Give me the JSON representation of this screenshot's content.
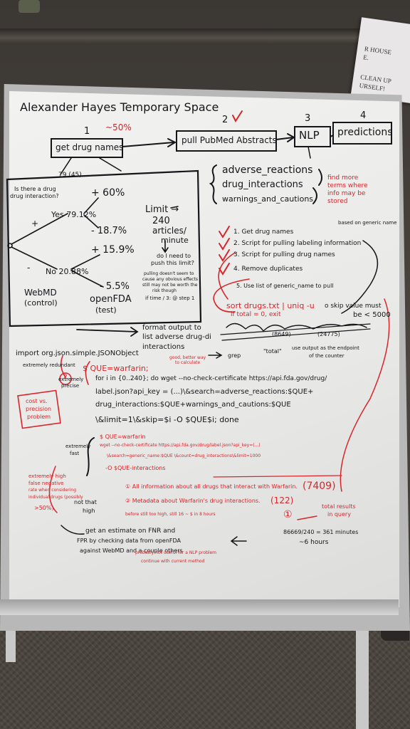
{
  "room": {
    "paper_lines": [
      "R HOUSE",
      "E.",
      "CLEAN UP",
      "URSELF!"
    ]
  },
  "board": {
    "title": "Alexander Hayes Temporary Space",
    "pipeline": {
      "step1_num": "1",
      "step1_label": "get drug names",
      "step1_note": "~50%",
      "step2_num": "2",
      "step2_label": "pull PubMed Abstracts",
      "step3_num": "3",
      "step3_label": "NLP",
      "step4_num": "4",
      "step4_label": "predictions"
    },
    "categories": [
      "adverse_reactions",
      "drug_interactions",
      "warnings_and_cautions"
    ],
    "categories_note": [
      "find more",
      "terms where",
      "info may be",
      "stored"
    ],
    "tree": {
      "count_label": "79 (45)",
      "question": [
        "Is there a drug",
        "drug interaction?"
      ],
      "plus": "+",
      "minus": "-",
      "yes_label": "Yes 79.12%",
      "no_label": "No 20.88%",
      "yes_plus": "+ 60%",
      "yes_minus": "- 18.7%",
      "no_plus": "+ 15.9%",
      "no_minus": "- 5.5%",
      "webmd": [
        "WebMD",
        "(control)"
      ],
      "openfda": [
        "openFDA",
        "(test)"
      ],
      "limit_title": "Limit →",
      "limit_rate": [
        "240",
        "articles/",
        "minute"
      ],
      "limit_question": [
        "do I need to",
        "push this limit?"
      ],
      "limit_note": [
        "pulling doesn't seem to",
        "cause any obvious effects",
        "still may not be worth the",
        "risk though"
      ],
      "limit_time": "if time / 3: @ step 1"
    },
    "todo": {
      "items": [
        "1. Get drug names",
        "2. Script for pulling labeling information",
        "3. Script for pulling drug names",
        "4. Remove duplicates",
        "5. Use list of generic_name to pull"
      ],
      "item1_note": "based on generic name",
      "sort_cmd": "sort drugs.txt | uniq -u",
      "total_check": "if total = 0, exit",
      "skip_note": [
        "o skip value must",
        "be < 5000"
      ]
    },
    "format_note": [
      "format output to",
      "list adverse drug-di",
      "interactions"
    ],
    "import_line": "import org.json.simple.JSONObject",
    "import_notes": [
      "extremely redundant",
      "extremely",
      "precise"
    ],
    "circle_two": "2",
    "precision_note": [
      "cost vs.",
      "precision",
      "problem"
    ],
    "script1": [
      "$ QUE=warfarin;",
      "for i in {0..240}; do wget --no-check-certificate https://api.fda.gov/drug/",
      "label.json?api_key = (...)\\&search=adverse_reactions:$QUE+",
      "drug_interactions:$QUE+warnings_and_cautions:$QUE",
      "\\&limit=1\\&skip=$i  -O $QUE$i;  done"
    ],
    "script1_note": [
      "good, better way",
      "to calculate"
    ],
    "grep_note": [
      "grep",
      "\"total\"",
      "use output as the endpoint",
      "of the counter"
    ],
    "script2": [
      "$ QUE=warfarin",
      "wget --no-check-certificate https://api.fda.gov/drug/label.json?api_key=(...)",
      "\\&search=generic_name:$QUE \\&count=drug_interactions\\&limit=1000",
      "-O $QUE-interactions"
    ],
    "speed_notes": [
      "extremely",
      "fast"
    ],
    "false_neg_note": [
      "extremely high",
      "false negative",
      "rate when considering",
      "individual drugs (possibly",
      ">50%)"
    ],
    "not_high": [
      "not that",
      "high"
    ],
    "results": [
      "① All information about all drugs that interact with Warfarin.",
      "② Metadata about Warfarin's drug interactions."
    ],
    "counts": {
      "total": "(7409)",
      "interactions": "(122)",
      "one": "①"
    },
    "total_note": [
      "total results",
      "in query"
    ],
    "time_calc": [
      "86669/240 = 361 minutes",
      "~6 hours"
    ],
    "still_high": "before still too high, still 16 ~ $ in 8 hours",
    "estimate": [
      "get an estimate on FNR and",
      "FPR by checking data from openFDA",
      "against WebMD and a couple others"
    ],
    "nlp_note": [
      "probably not useful for a NLP problem",
      "continue with current method"
    ],
    "scribble": [
      "(8649)",
      "(24775)"
    ]
  }
}
